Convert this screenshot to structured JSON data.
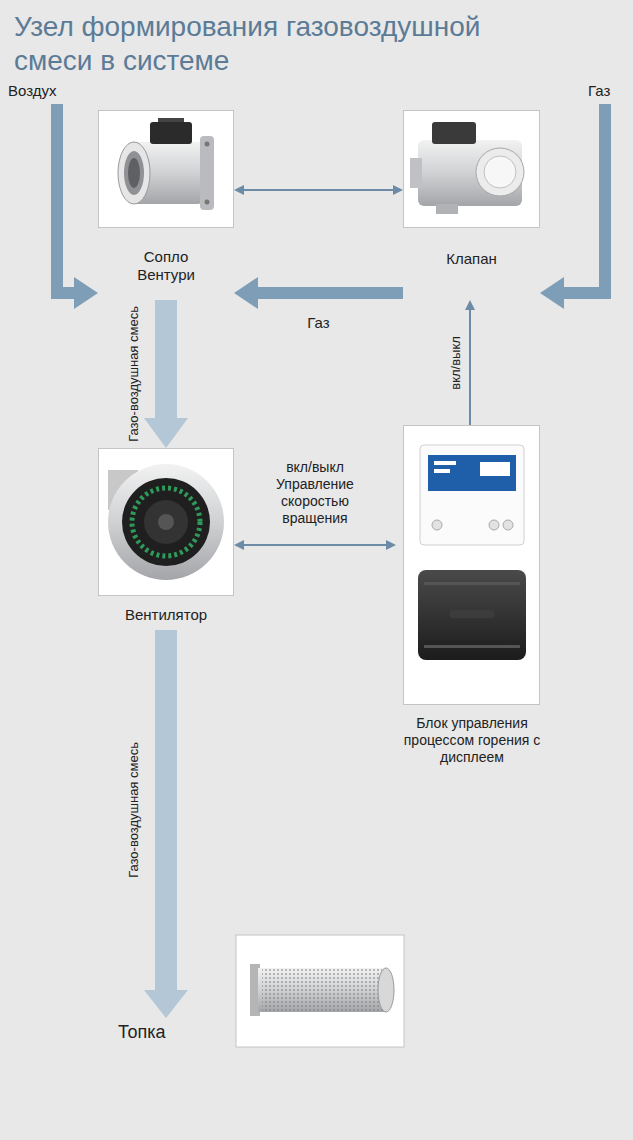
{
  "diagram": {
    "title": "Узел формирования газовоздушной смеси в системе",
    "nodes": [
      {
        "text": [
          "Сопло Вентури"
        ]
      },
      {
        "text": [
          "Клапан"
        ]
      },
      {
        "text": [
          "Вентилятор"
        ]
      },
      {
        "text": [
          "Блок управления процессом горения с дисплеем"
        ]
      }
    ],
    "edges": [
      {
        "from": 0,
        "to": 1,
        "arrow": "both"
      },
      {
        "from": 1,
        "to": 0,
        "label": "Газ",
        "arrow": "to"
      },
      {
        "from": 0,
        "to": 2,
        "label": "Газо-воздушная смесь",
        "arrow": "to"
      },
      {
        "from": 3,
        "to": 1,
        "label": "вкл/выкл",
        "arrow": "to"
      },
      {
        "from": 2,
        "to": 3,
        "label": "вкл/выкл Управление скоростью вращения",
        "arrow": "both"
      }
    ],
    "labels": [
      "Воздух",
      "Газ",
      "Газо-воздушная смесь",
      "Топка"
    ]
  }
}
